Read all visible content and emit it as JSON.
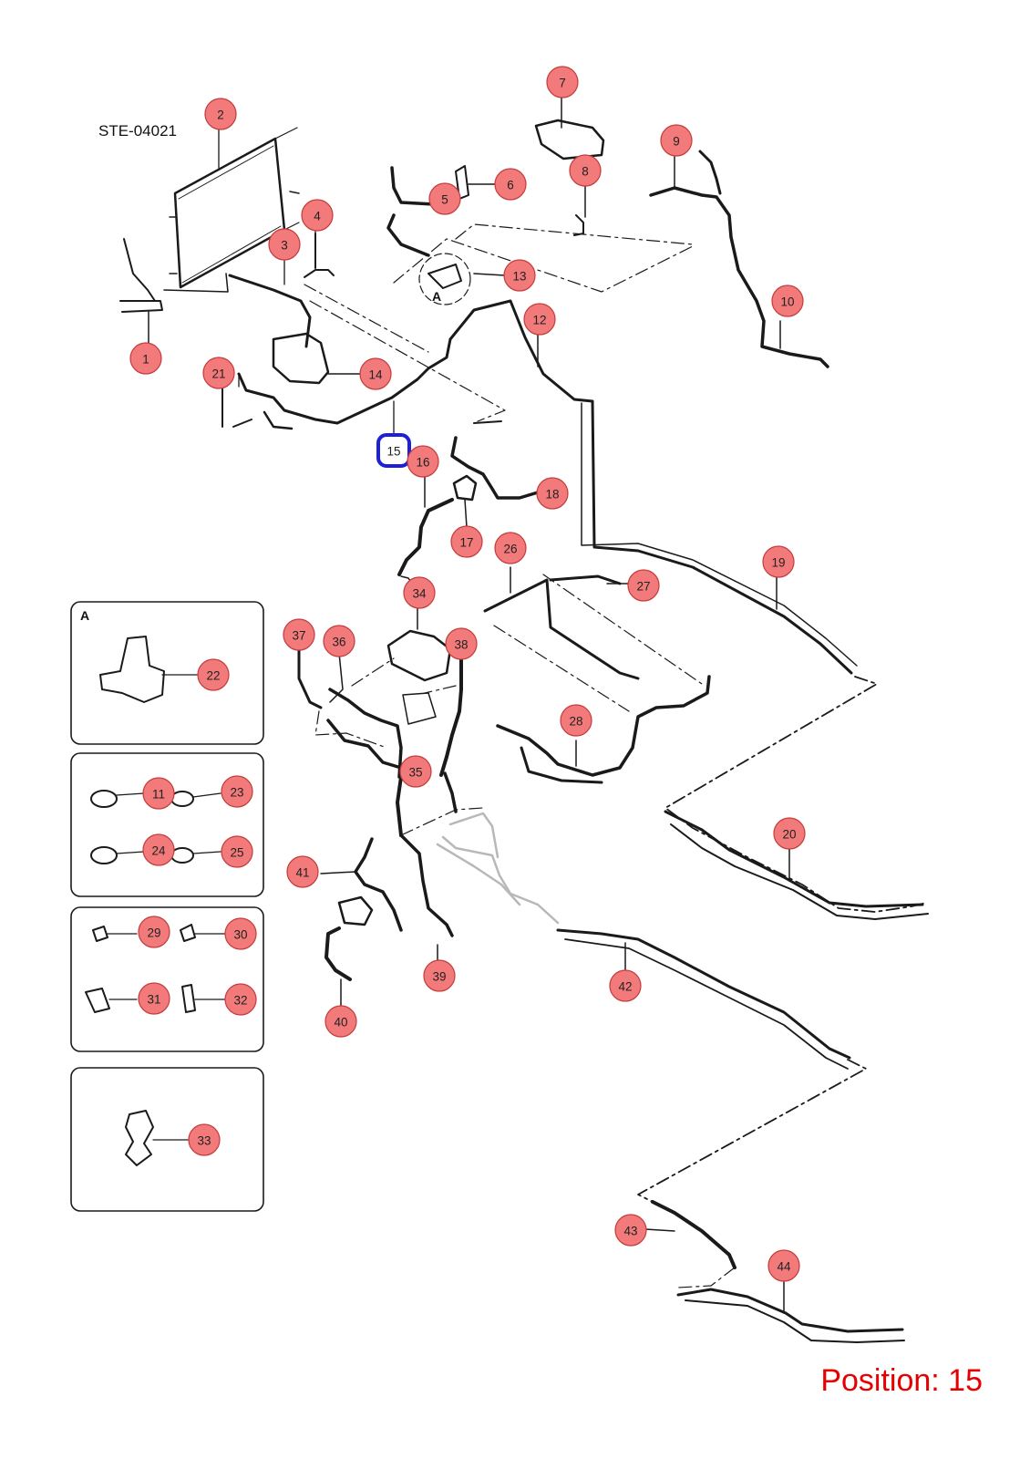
{
  "diagram": {
    "drawing_number": "STE-04021",
    "position_label": "Position: 15",
    "selected_callout": "15",
    "detail_label": "A",
    "colors": {
      "callout_fill": "#f27a7a",
      "callout_stroke": "#c43b3b",
      "selected_stroke": "#1f1fd6",
      "position_text": "#e60000",
      "line": "#1a1a1a",
      "ghost_line": "#b8b8b8"
    }
  },
  "callouts": [
    "1",
    "2",
    "3",
    "4",
    "5",
    "6",
    "7",
    "8",
    "9",
    "10",
    "11",
    "12",
    "13",
    "14",
    "15",
    "16",
    "17",
    "18",
    "19",
    "20",
    "21",
    "22",
    "23",
    "24",
    "25",
    "26",
    "27",
    "28",
    "29",
    "30",
    "31",
    "32",
    "33",
    "34",
    "35",
    "36",
    "37",
    "38",
    "39",
    "40",
    "41",
    "42",
    "43",
    "44"
  ]
}
